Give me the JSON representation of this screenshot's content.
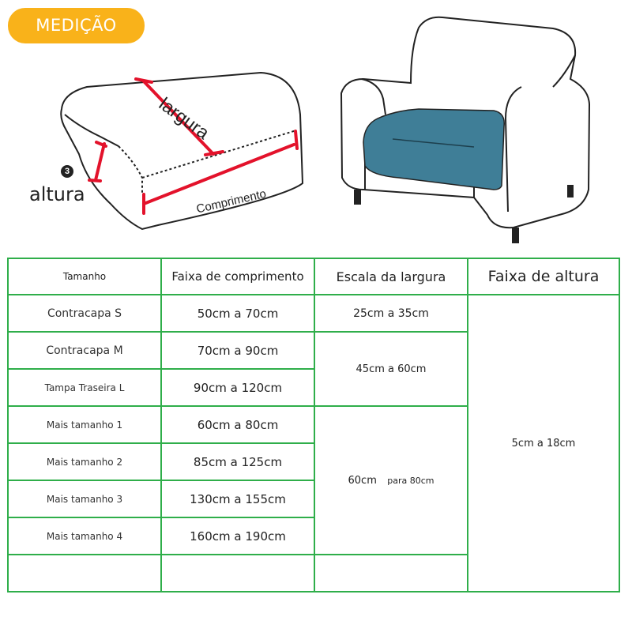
{
  "badge": {
    "label": "MEDIÇÃO"
  },
  "diagram": {
    "largura": "largura",
    "comprimento": "Comprimento",
    "altura": "altura",
    "step_number": "3",
    "accent_color": "#e3122b",
    "seat_color": "#3f7e97"
  },
  "table": {
    "border_color": "#2fae4a",
    "headers": [
      "Tamanho",
      "Faixa de comprimento",
      "Escala da largura",
      "Faixa de altura"
    ],
    "rows": [
      {
        "size": "Contracapa S",
        "length": "50cm a 70cm"
      },
      {
        "size": "Contracapa M",
        "length": "70cm a 90cm"
      },
      {
        "size": "Tampa Traseira L",
        "length": "90cm a 120cm"
      },
      {
        "size": "Mais tamanho 1",
        "length": "60cm a 80cm"
      },
      {
        "size": "Mais tamanho 2",
        "length": "85cm a 125cm"
      },
      {
        "size": "Mais tamanho 3",
        "length": "130cm a 155cm"
      },
      {
        "size": "Mais tamanho 4",
        "length": "160cm a 190cm"
      }
    ],
    "width_groups": [
      {
        "value": "25cm a 35cm"
      },
      {
        "value": "45cm a 60cm"
      },
      {
        "value_main": "60cm",
        "value_rest": "para 80cm"
      }
    ],
    "height_range": "5cm a 18cm"
  }
}
